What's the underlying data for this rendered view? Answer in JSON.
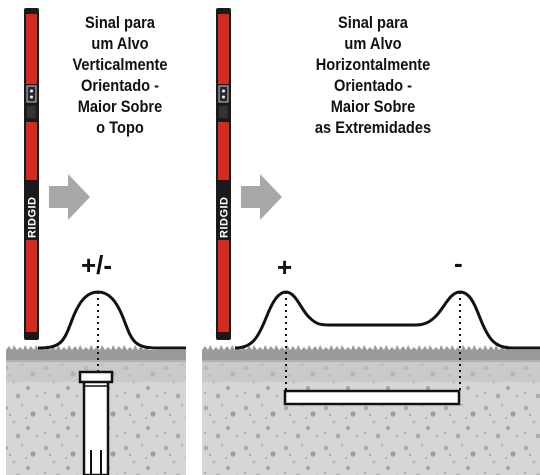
{
  "panels": [
    {
      "caption_lines": [
        "Sinal para",
        "um Alvo",
        "Verticalmente",
        "Orientado -",
        "Maior Sobre",
        "o Topo"
      ],
      "signs": [
        "+/-"
      ]
    },
    {
      "caption_lines": [
        "Sinal para",
        "um Alvo",
        "Horizontalmente",
        "Orientado -",
        "Maior Sobre",
        "as Extremidades"
      ],
      "signs": [
        "+",
        "-"
      ]
    }
  ],
  "locator": {
    "brand": "RIDGID"
  },
  "colors": {
    "locator_red": "#d42a20",
    "locator_dark": "#1a1a1a",
    "arrow_gray": "#a8a8a8",
    "ground_gray": "#cfcfcf",
    "curve": "#111111"
  }
}
